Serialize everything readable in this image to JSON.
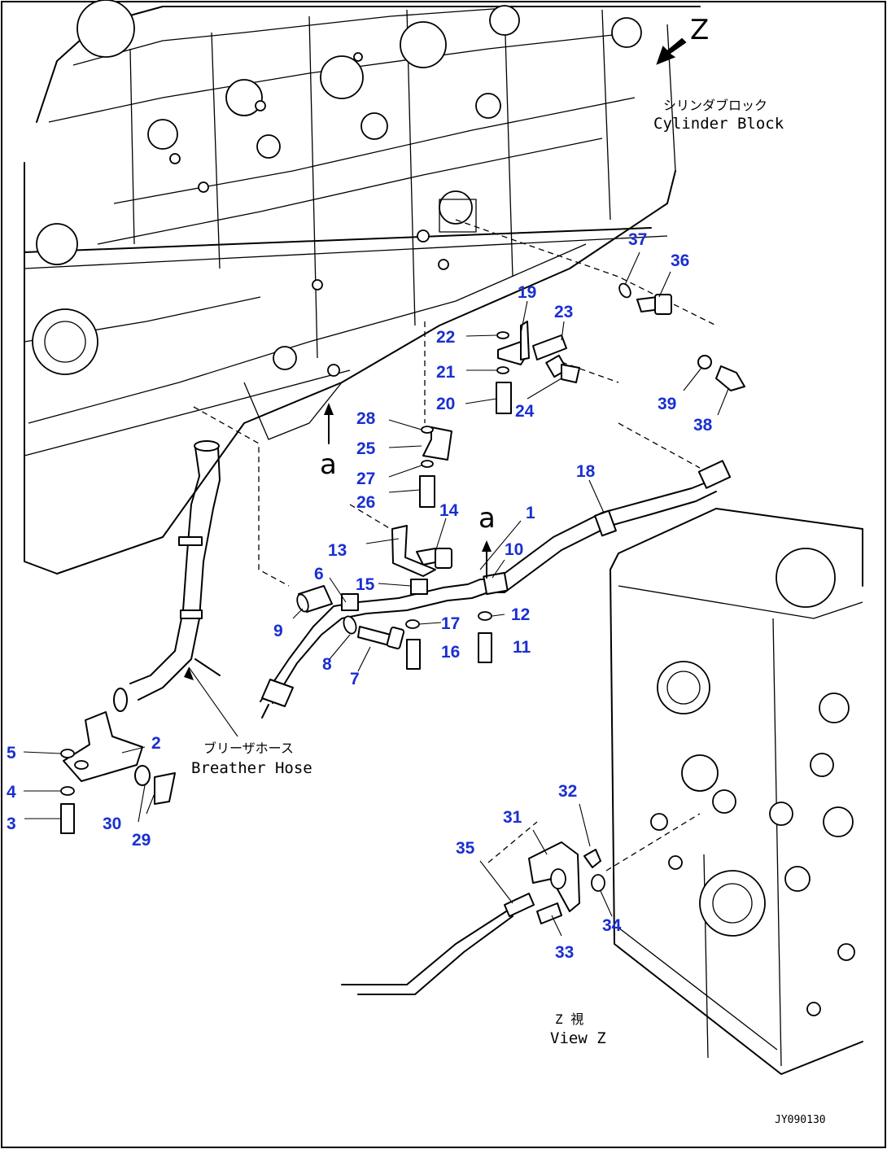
{
  "view_letter": "Z",
  "labels": {
    "cylinder_block_jp": "シリンダブロック",
    "cylinder_block_en": "Cylinder Block",
    "breather_hose_jp": "ブリーザホース",
    "breather_hose_en": "Breather Hose",
    "view_z_jp": "Z 視",
    "view_z_en": "View Z",
    "ref_a": "a",
    "drawing_id": "JY090130"
  },
  "callouts": [
    "1",
    "2",
    "3",
    "4",
    "5",
    "6",
    "7",
    "8",
    "9",
    "10",
    "11",
    "12",
    "13",
    "14",
    "15",
    "16",
    "17",
    "18",
    "19",
    "20",
    "21",
    "22",
    "23",
    "24",
    "25",
    "26",
    "27",
    "28",
    "29",
    "30",
    "31",
    "32",
    "33",
    "34",
    "35",
    "36",
    "37",
    "38",
    "39"
  ],
  "colors": {
    "callout": "#1a2fd0",
    "line": "#000000",
    "background": "#ffffff"
  }
}
